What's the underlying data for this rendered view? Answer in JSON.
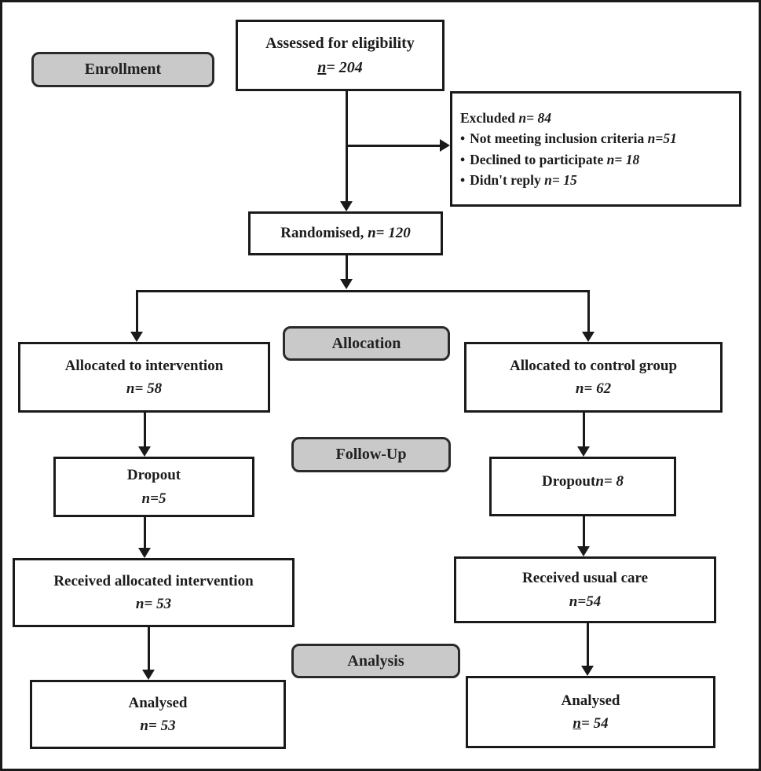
{
  "colors": {
    "label-fill": "#c9c9c9",
    "line": "#1a1a1a",
    "box-border": "#1a1a1a",
    "background": "#ffffff"
  },
  "stage_labels": {
    "enrollment": "Enrollment",
    "allocation": "Allocation",
    "follow_up": "Follow-Up",
    "analysis": "Analysis"
  },
  "boxes": {
    "assessed": {
      "title": "Assessed for eligibility",
      "n_sym": "n",
      "n_rest": "= 204"
    },
    "excluded": {
      "heading_text": "Excluded ",
      "heading_n": "n= 84",
      "bullets": [
        {
          "bullet": "•",
          "text": "Not meeting inclusion criteria ",
          "n": "n=51"
        },
        {
          "bullet": "•",
          "text": "Declined to participate ",
          "n": "n= 18"
        },
        {
          "bullet": "•",
          "text": "Didn't reply ",
          "n": "n= 15"
        }
      ]
    },
    "randomised": {
      "text": "Randomised, ",
      "n": "n= 120"
    },
    "alloc_intervention": {
      "title": "Allocated to intervention",
      "n_sym": "n",
      "n_rest": "= 58"
    },
    "alloc_control": {
      "title": "Allocated to control group",
      "n_sym": "n",
      "n_rest": "= 62"
    },
    "dropout_left": {
      "title": "Dropout",
      "n_sym": "n",
      "n_rest": "=5"
    },
    "dropout_right": {
      "title": "Dropout",
      "n_sym": "n",
      "n_rest": "= 8"
    },
    "received_intervention": {
      "title": "Received allocated intervention",
      "n_sym": "n",
      "n_rest": "= 53"
    },
    "received_control": {
      "title": "Received usual care",
      "n_sym": "n",
      "n_rest": "=54"
    },
    "analysed_left": {
      "title": "Analysed",
      "n_sym": "n",
      "n_rest": "= 53"
    },
    "analysed_right": {
      "title": "Analysed",
      "n_sym": "n",
      "n_rest": "= 54"
    }
  }
}
